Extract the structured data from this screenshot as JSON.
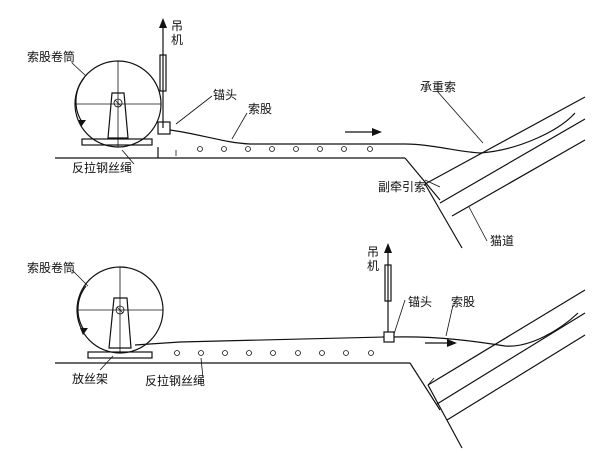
{
  "colors": {
    "ink": "#111111",
    "background": "#ffffff"
  },
  "top": {
    "strand_reel": "索股卷筒",
    "hoist": "吊机",
    "anchor_head": "锚头",
    "strand": "索股",
    "reverse_rope": "反拉钢丝绳",
    "main_cable": "承重索",
    "traction_cable": "副牵引索",
    "catwalk": "猫道"
  },
  "bottom": {
    "strand_reel": "索股卷筒",
    "hoist": "吊机",
    "anchor_head": "锚头",
    "strand": "索股",
    "pay_off_frame": "放丝架",
    "reverse_rope": "反拉钢丝绳"
  }
}
